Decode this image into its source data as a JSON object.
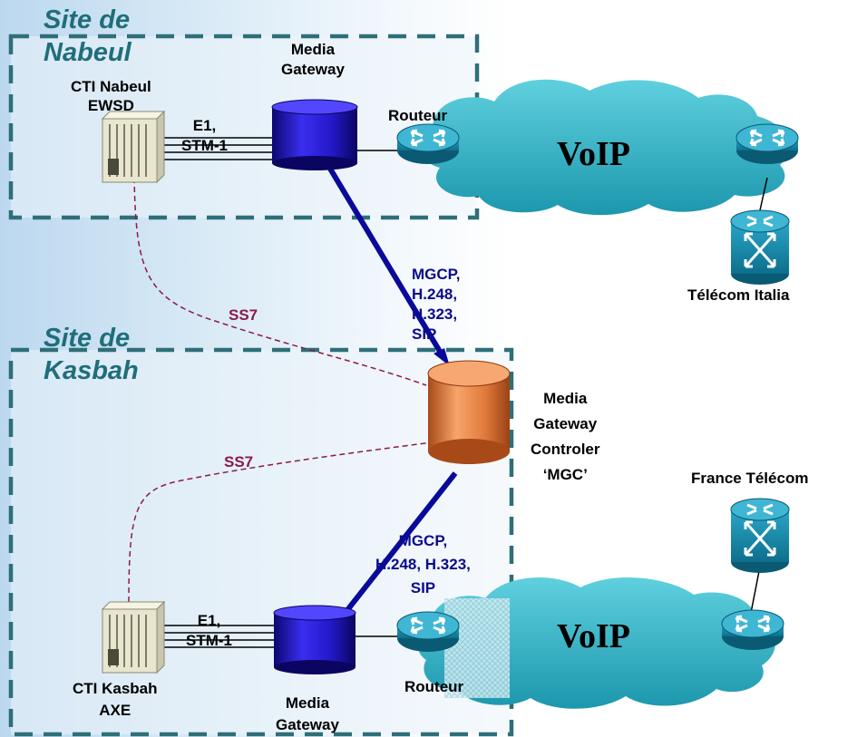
{
  "sites": {
    "nabeul": "Site de\nNabeul",
    "kasbah": "Site de\nKasbah"
  },
  "labels": {
    "cti_nabeul": "CTI Nabeul\nEWSD",
    "media_gateway_top": "Media\nGateway",
    "routeur_top": "Routeur",
    "e1_top": "E1,\nSTM-1",
    "voip_top": "VoIP",
    "telecom_italia": "Télécom Italia",
    "protocols_top": "MGCP,\nH.248,\nH.323,\nSIP",
    "ss7_top": "SS7",
    "mgc": "Media\nGateway\nControler\n‘MGC’",
    "ss7_bottom": "SS7",
    "france_telecom": "France Télécom",
    "protocols_bottom": "MGCP,\nH.248, H.323,\nSIP",
    "e1_bottom": "E1,\nSTM-1",
    "voip_bottom": "VoIP",
    "cti_kasbah": "CTI Kasbah\nAXE",
    "routeur_bottom": "Routeur",
    "media_gateway_bottom": "Media\nGateway"
  },
  "colors": {
    "site_border": "#2e6f78",
    "trunk_link": "#0a0a9a",
    "signaling_link": "#8b1a4a",
    "mg_body": "#1d12b8",
    "mgc_body": "#e0773c",
    "router_body": "#1a8fb0",
    "cloud": "#37b7c9",
    "site_title": "#1f6e7a"
  }
}
